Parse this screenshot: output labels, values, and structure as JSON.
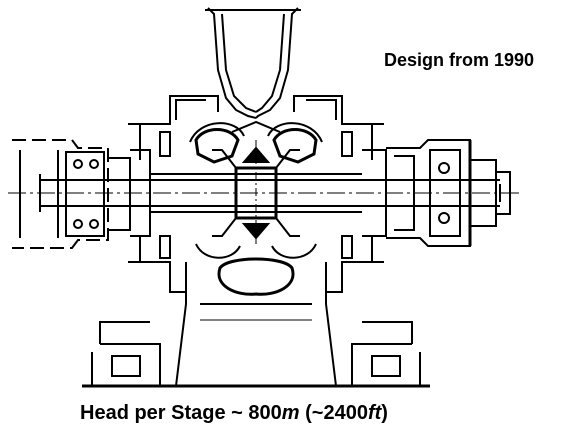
{
  "header_label": "Design from 1990",
  "caption": {
    "prefix": "Head per Stage ~ 800",
    "unit_m": "m",
    "middle": " (~2400",
    "unit_ft": "ft",
    "suffix": ")"
  },
  "colors": {
    "line": "#000000",
    "background": "#ffffff"
  }
}
